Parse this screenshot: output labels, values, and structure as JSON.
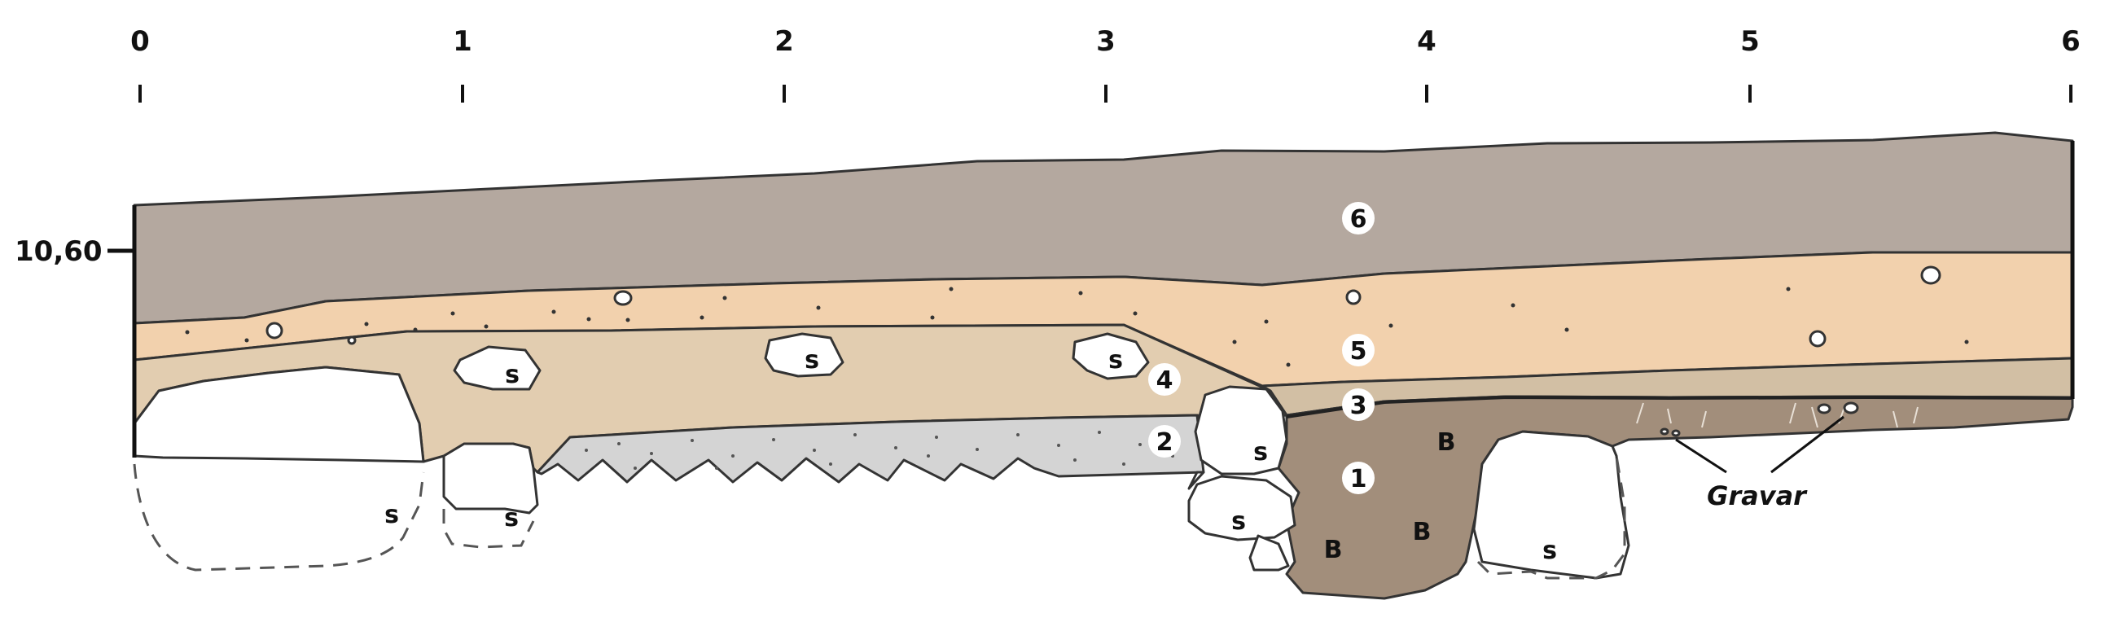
{
  "scale": {
    "ticks": [
      "0",
      "1",
      "2",
      "3",
      "4",
      "5",
      "6"
    ]
  },
  "elevation": {
    "label": "10,60"
  },
  "layers": [
    {
      "id": "layer-6",
      "number": "6",
      "color": "#b4a89f"
    },
    {
      "id": "layer-5",
      "number": "5",
      "color": "#f2d1ad"
    },
    {
      "id": "layer-4",
      "number": "4",
      "color": "#e2cdb0"
    },
    {
      "id": "layer-3",
      "number": "3",
      "color": "#d2bfa4"
    },
    {
      "id": "layer-2",
      "number": "2",
      "color": "#d4d4d4"
    },
    {
      "id": "layer-1",
      "number": "1",
      "color": "#a28e7b"
    }
  ],
  "stone_label": "s",
  "feature_label": "B",
  "annotation": {
    "text": "Gravar"
  }
}
